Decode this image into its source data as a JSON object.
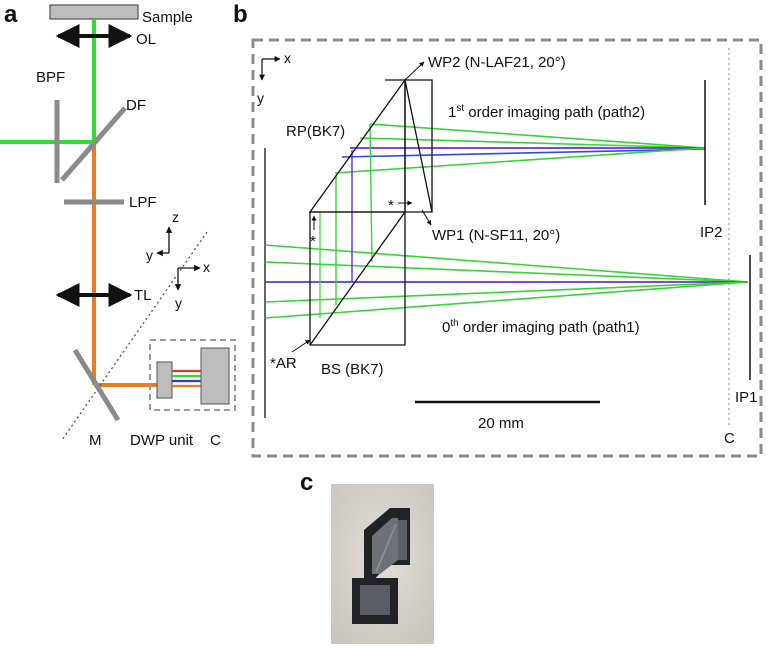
{
  "panel_a": {
    "panel_label": "a",
    "sample": "Sample",
    "ol": "OL",
    "bpf": "BPF",
    "df": "DF",
    "lpf": "LPF",
    "tl": "TL",
    "m": "M",
    "dwp_unit": "DWP unit",
    "c": "C",
    "axis_z": "z",
    "axis_y_top": "y",
    "axis_x": "x",
    "axis_y_bottom": "y",
    "colors": {
      "green": "#2fdc2f",
      "orange": "#f07a1e",
      "blue": "#2a3bd8",
      "red": "#e23a2a",
      "gray": "#8a8a8a"
    }
  },
  "panel_b": {
    "panel_label": "b",
    "axis_x": "x",
    "axis_y": "y",
    "wp2": "WP2 (N-LAF21, 20°)",
    "rp": "RP(BK7)",
    "path2_prefix": "1",
    "path2_sup": "st",
    "path2_suffix": " order imaging path (path2)",
    "wp1": "WP1 (N-SF11, 20°)",
    "ip2": "IP2",
    "path1_prefix": "0",
    "path1_sup": "th",
    "path1_suffix": " order imaging path (path1)",
    "ar": "*AR",
    "bs": "BS (BK7)",
    "ip1": "IP1",
    "scale": "20 mm",
    "c": "C",
    "star_a": "*",
    "star_b": "*",
    "colors": {
      "green": "#39d339",
      "purple": "#6a2fd6",
      "blue": "#2d4ee0",
      "frame": "#8c8c8c"
    }
  },
  "panel_c": {
    "panel_label": "c"
  }
}
